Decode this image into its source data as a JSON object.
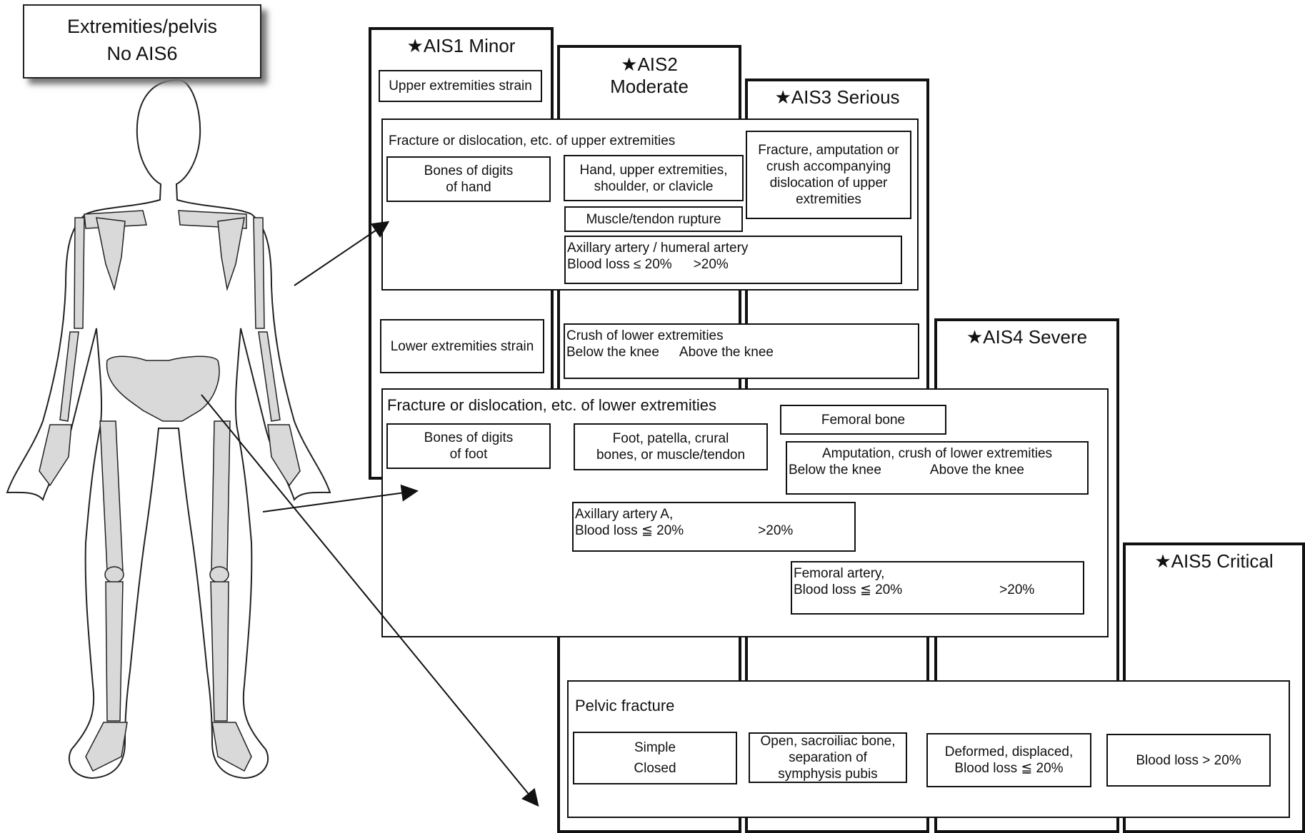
{
  "title_box": {
    "line1": "Extremities/pelvis",
    "line2": "No AIS6"
  },
  "columns": {
    "ais1": "★AIS1 Minor",
    "ais2_line1": "★AIS2",
    "ais2_line2": "Moderate",
    "ais3": "★AIS3 Serious",
    "ais4": "★AIS4 Severe",
    "ais5": "★AIS5 Critical"
  },
  "upper": {
    "strain": "Upper extremities strain",
    "section_label": "Fracture or dislocation, etc. of upper extremities",
    "digits_line1": "Bones of digits",
    "digits_line2": "of hand",
    "hand_line1": "Hand, upper extremities,",
    "hand_line2": "shoulder, or clavicle",
    "fracture_line1": "Fracture, amputation or",
    "fracture_line2": "crush accompanying",
    "fracture_line3": "dislocation of upper",
    "fracture_line4": "extremities",
    "muscle": "Muscle/tendon rupture",
    "artery_line1": "Axillary artery / humeral artery",
    "artery_blood": "Blood loss ≤ 20%",
    "artery_more": ">20%"
  },
  "lower": {
    "strain": "Lower extremities strain",
    "crush_line1": "Crush of lower extremities",
    "crush_below": "Below the knee",
    "crush_above": "Above the knee",
    "section_label": "Fracture or dislocation, etc. of lower extremities",
    "digits_line1": "Bones of digits",
    "digits_line2": "of foot",
    "foot_line1": "Foot, patella, crural",
    "foot_line2": "bones, or muscle/tendon",
    "femoral_bone": "Femoral bone",
    "amputation_line1": "Amputation, crush of lower extremities",
    "amputation_below": "Below the knee",
    "amputation_above": "Above the knee",
    "axillary_line1": "Axillary artery A,",
    "axillary_blood": "Blood loss ≦ 20%",
    "axillary_more": ">20%",
    "femoral_artery_line1": "Femoral artery,",
    "femoral_artery_blood": "Blood loss ≦ 20%",
    "femoral_artery_more": ">20%"
  },
  "pelvis": {
    "section_label": "Pelvic fracture",
    "simple_line1": "Simple",
    "simple_line2": "Closed",
    "open_line1": "Open, sacroiliac bone,",
    "open_line2": "separation of",
    "open_line3": "symphysis pubis",
    "deformed_line1": "Deformed, displaced,",
    "deformed_line2": "Blood loss ≦ 20%",
    "blood": "Blood loss > 20%"
  },
  "colors": {
    "line": "#111111",
    "bone": "#d9d9d9",
    "shadow": "#777777"
  }
}
